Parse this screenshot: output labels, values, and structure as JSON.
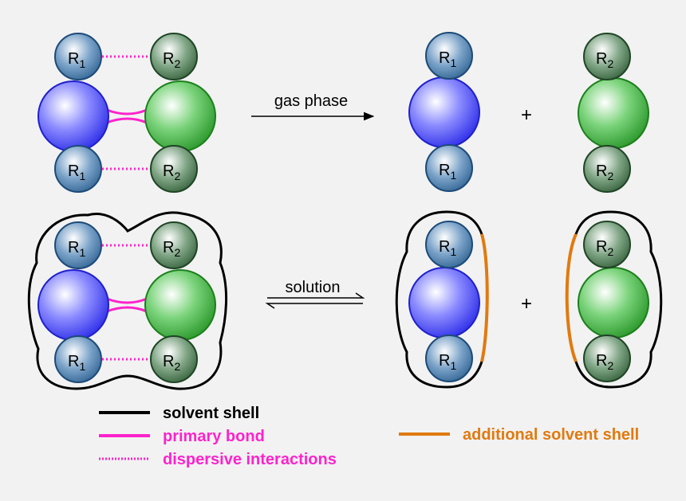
{
  "reactions": {
    "gas": {
      "label": "gas phase"
    },
    "solution": {
      "label": "solution"
    },
    "plus": "+"
  },
  "groups": {
    "r1": {
      "letter": "R",
      "sub": "1"
    },
    "r2": {
      "letter": "R",
      "sub": "2"
    }
  },
  "legend": {
    "solvent_shell": "solvent shell",
    "primary_bond": "primary bond",
    "dispersive": "dispersive interactions",
    "additional_shell": "additional solvent shell"
  },
  "colors": {
    "blue": "#3333ee",
    "green": "#2f9a2f",
    "r1": "#2a5e8e",
    "r2": "#2f5a35",
    "magenta": "#ff22cc",
    "orange": "#e07a10",
    "black": "#000000",
    "background": "#f2f2f2"
  }
}
